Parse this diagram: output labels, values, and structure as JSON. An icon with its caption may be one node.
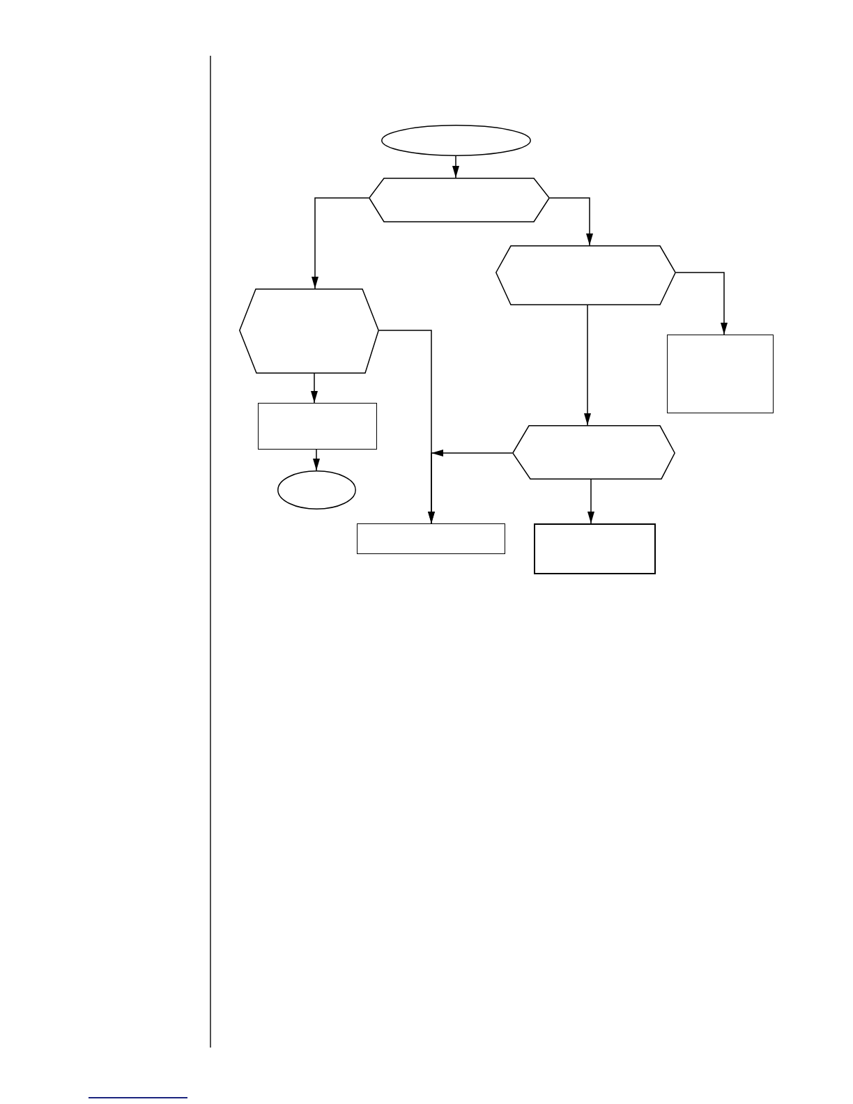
{
  "diagram": {
    "nodes": [
      {
        "text": [],
        "shape": "ellipse"
      },
      {
        "text": [],
        "shape": "hexagon"
      },
      {
        "text": [],
        "shape": "hexagon"
      },
      {
        "text": [],
        "shape": "hexagon"
      },
      {
        "text": [],
        "shape": "box"
      },
      {
        "text": [],
        "shape": "box"
      },
      {
        "text": [],
        "shape": "hexagon"
      },
      {
        "text": [],
        "shape": "ellipse"
      },
      {
        "text": [],
        "shape": "box"
      },
      {
        "text": [],
        "shape": "box"
      }
    ],
    "edges": [
      {
        "from": 0,
        "to": 1,
        "arrow": "to"
      },
      {
        "from": 1,
        "to": 3,
        "arrow": "to"
      },
      {
        "from": 1,
        "to": 2,
        "arrow": "to"
      },
      {
        "from": 2,
        "to": 4,
        "arrow": "to"
      },
      {
        "from": 2,
        "to": 6,
        "arrow": "to"
      },
      {
        "from": 3,
        "to": 5,
        "arrow": "to"
      },
      {
        "from": 3,
        "to": 8,
        "arrow": "to"
      },
      {
        "from": 5,
        "to": 7,
        "arrow": "to"
      },
      {
        "from": 6,
        "to": 8,
        "arrow": "to"
      },
      {
        "from": 6,
        "to": 9,
        "arrow": "to"
      }
    ]
  }
}
